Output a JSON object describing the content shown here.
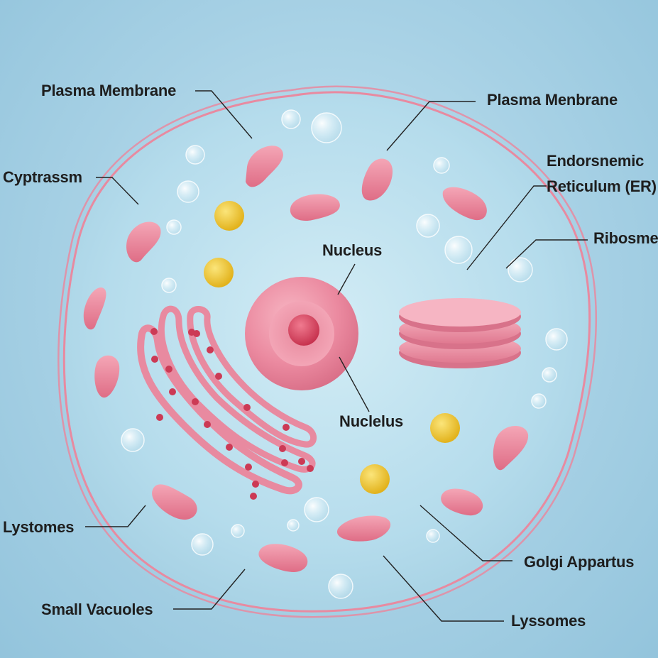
{
  "labels": {
    "plasma_membrane_left": "Plasma Membrane",
    "plasma_membrane_right": "Plasma Menbrane",
    "cytoplasm": "Cyptrassm",
    "er_line1": "Endorsnemic",
    "er_line2": "Reticulum (ER)",
    "ribosome": "Ribosme",
    "nucleus": "Nucleus",
    "nucleolus": "Nuclelus",
    "lysosomes_left": "Lystomes",
    "small_vacuoles": "Small Vacuoles",
    "golgi": "Golgi Appartus",
    "lysosomes_bottom": "Lyssomes"
  },
  "colors": {
    "background": "#a9d3e6",
    "cytoplasm": "#bfe2ef",
    "membrane": "#e88aa0",
    "organelle": "#e9798f",
    "ribosome_dot": "#c8344f",
    "granule": "#f0c531",
    "leader_line": "#222222"
  }
}
